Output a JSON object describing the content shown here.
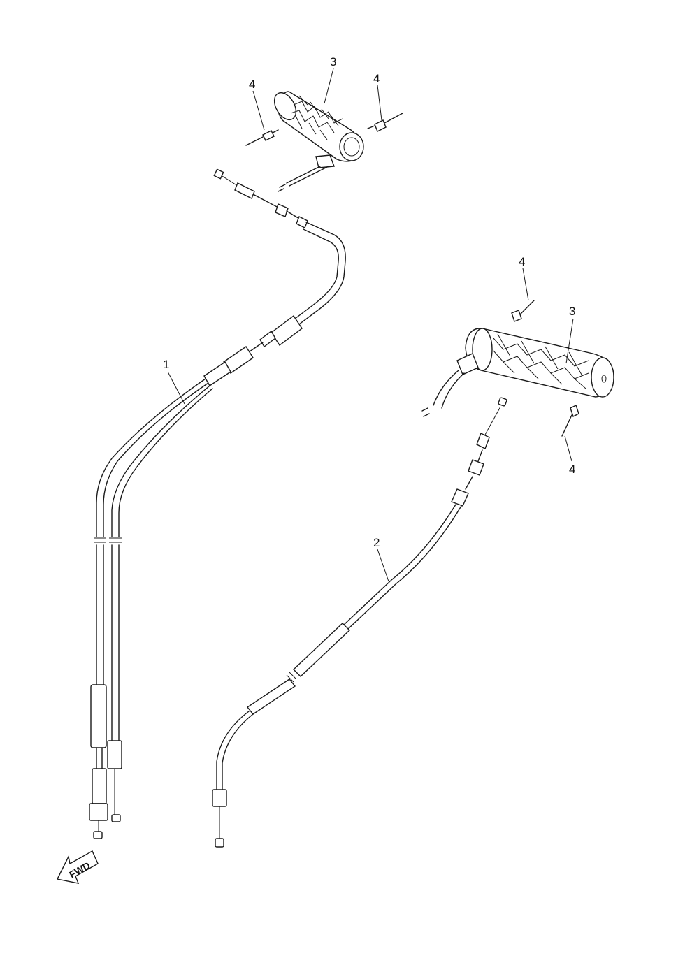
{
  "callouts": {
    "throttle_cable": "1",
    "clutch_cable": "2",
    "grip_upper": "3",
    "grip_right": "3",
    "end_upper_left": "4",
    "end_upper_right": "4",
    "end_right_top": "4",
    "end_right_bottom": "4"
  },
  "direction_arrow": {
    "label": "FWD"
  },
  "icons": {
    "handle_grip": "handle-grip-icon",
    "grip_end": "grip-end-icon",
    "cable": "cable-icon",
    "fwd_arrow": "fwd-arrow-icon"
  }
}
